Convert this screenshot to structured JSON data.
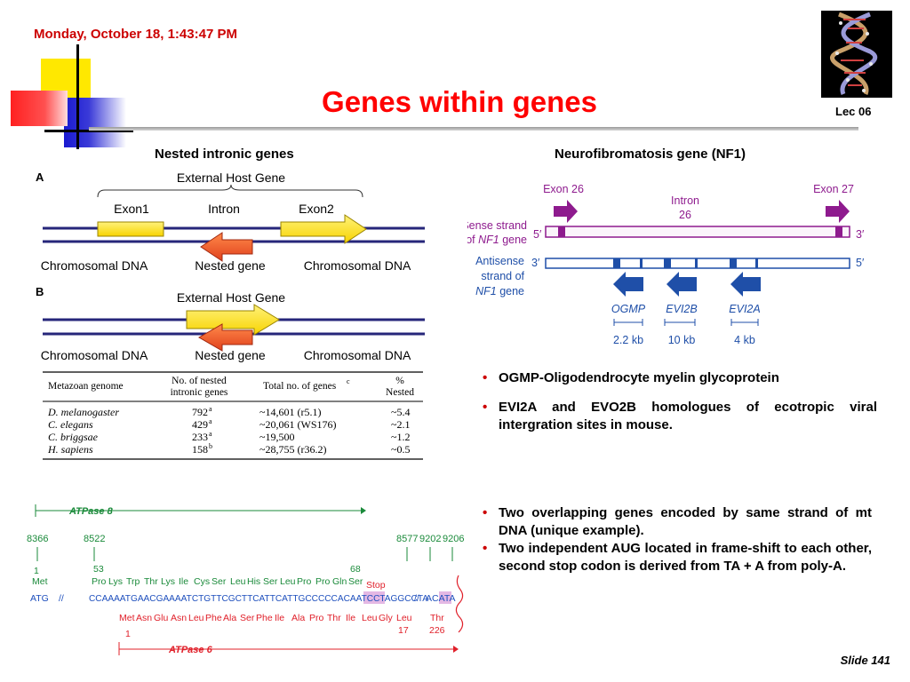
{
  "header": {
    "datetime": "Monday, October 18, 1:43:47 PM",
    "title": "Genes within genes",
    "lecture": "Lec 06"
  },
  "left_panel": {
    "heading": "Nested intronic genes",
    "panel_a": {
      "letter": "A",
      "host_label": "External Host Gene",
      "exon1": "Exon1",
      "intron": "Intron",
      "exon2": "Exon2",
      "chrom_left": "Chromosomal DNA",
      "nested": "Nested gene",
      "chrom_right": "Chromosomal DNA"
    },
    "panel_b": {
      "letter": "B",
      "host_label": "External Host Gene",
      "chrom_left": "Chromosomal DNA",
      "nested": "Nested gene",
      "chrom_right": "Chromosomal DNA"
    },
    "table": {
      "headers": [
        "Metazoan genome",
        "No. of nested intronic genes",
        "Total no. of genes",
        "% Nested"
      ],
      "header_lines": {
        "c1": "Metazoan genome",
        "c2a": "No. of nested",
        "c2b": "intronic genes",
        "c3": "Total no. of genes",
        "c3sup": "c",
        "c4a": "%",
        "c4b": "Nested"
      },
      "rows": [
        {
          "genome": "D. melanogaster",
          "nested": "792",
          "nsup": "a",
          "total": "~14,601 (r5.1)",
          "pct": "~5.4"
        },
        {
          "genome": "C. elegans",
          "nested": "429",
          "nsup": "a",
          "total": "~20,061 (WS176)",
          "pct": "~2.1"
        },
        {
          "genome": "C. briggsae",
          "nested": "233",
          "nsup": "a",
          "total": "~19,500",
          "pct": "~1.2"
        },
        {
          "genome": "H. sapiens",
          "nested": "158",
          "nsup": "b",
          "total": "~28,755 (r36.2)",
          "pct": "~0.5"
        }
      ]
    }
  },
  "right_panel": {
    "heading": "Neurofibromatosis gene (NF1)",
    "exon26": "Exon 26",
    "exon27": "Exon 27",
    "intron_l1": "Intron",
    "intron_l2": "26",
    "sense_l1": "Sense strand",
    "sense_l2a": "of ",
    "sense_l2b": "NF1",
    "sense_l2c": " gene",
    "antisense_l1": "Antisense",
    "antisense_l2": "strand of",
    "antisense_l3a": "NF1",
    "antisense_l3b": " gene",
    "five": "5′",
    "three": "3′",
    "genes": [
      {
        "name": "OGMP",
        "size": "2.2 kb"
      },
      {
        "name": "EVI2B",
        "size": "10 kb"
      },
      {
        "name": "EVI2A",
        "size": "4 kb"
      }
    ],
    "bullets": [
      "OGMP-Oligodendrocyte myelin glycoprotein",
      "EVI2A and EVO2B homologues of ecotropic viral intergration sites in mouse."
    ]
  },
  "atpase": {
    "atp8": "ATPase 8",
    "atp6": "ATPase 6",
    "positions": [
      "8366",
      "8522",
      "8577",
      "9202",
      "9206"
    ],
    "n1": "1",
    "met": "Met",
    "n53": "53",
    "top_aa": [
      "Pro",
      "Lys",
      "Trp",
      "Thr",
      "Lys",
      "Ile",
      "Cys",
      "Ser",
      "Leu",
      "His",
      "Ser",
      "Leu",
      "Pro",
      "Pro",
      "Gln",
      "Ser"
    ],
    "n68": "68",
    "stop": "Stop",
    "atg": "ATG",
    "seq_main": "CCAAAATGAACGAAAATCTGTTCGCTTCATTCATTGCCCCCACAATCC",
    "seq_tag": "TAG",
    "seq_end": "GCCTA",
    "seq_acata_a": "ACA",
    "seq_acata_b": "TA",
    "bottom_aa": [
      "Met",
      "Asn",
      "Glu",
      "Asn",
      "Leu",
      "Phe",
      "Ala",
      "Ser",
      "Phe",
      "Ile",
      "Ala",
      "Pro",
      "Thr",
      "Ile",
      "Leu",
      "Gly",
      "Leu",
      "Thr"
    ],
    "b1": "1",
    "b17": "17",
    "b226": "226",
    "bullets": [
      "Two overlapping genes encoded by same strand of mt DNA (unique example).",
      "Two independent AUG located in frame-shift to each other, second stop codon is derived from TA + A from poly-A."
    ]
  },
  "footer": {
    "slide": "Slide 141"
  },
  "colors": {
    "title_red": "#ff0000",
    "date_red": "#cc0000",
    "dna_navy": "#26267a",
    "exon_yellow": "#ffe100",
    "nested_orange": "#f05a28",
    "nf1_purple": "#8e1b8e",
    "nf1_blue": "#1f4fa8",
    "atp_green": "#1a8a3a",
    "atp_blue": "#1e4fbd",
    "atp_red": "#e0202a"
  }
}
